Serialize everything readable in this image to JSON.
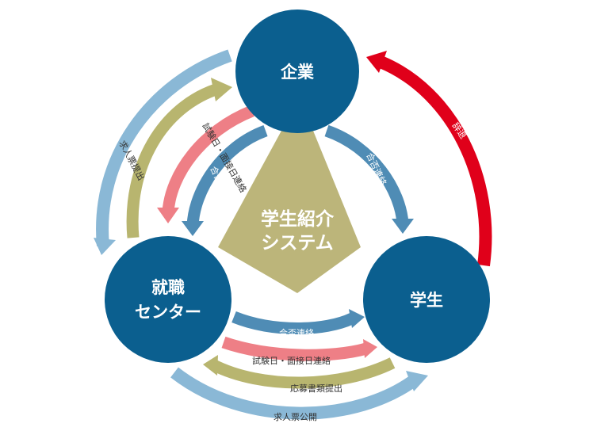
{
  "center": {
    "line1": "学生紹介",
    "line2": "システム"
  },
  "nodes": {
    "company": "企業",
    "student": "学生",
    "center_line1": "就職",
    "center_line2": "センター"
  },
  "arrows": {
    "job_posting_submit": "求人票提出",
    "exam_interview_contact_company": "試験日・面接日連絡",
    "result_contact_company": "合否連絡",
    "result_contact_student_side": "合否連絡",
    "decline": "辞退",
    "result_contact_bottom": "合否連絡",
    "exam_interview_contact_bottom": "試験日・面接日連絡",
    "application_documents": "応募書類提出",
    "job_posting_publish": "求人票公開"
  },
  "colors": {
    "node_blue": "#0b5f8f",
    "center_olive": "#bcb57a",
    "light_blue": "#8ab8d6",
    "mid_blue": "#4f8cb5",
    "pink": "#ee7f86",
    "olive_arrow": "#b8b56f",
    "red": "#e0001a"
  }
}
